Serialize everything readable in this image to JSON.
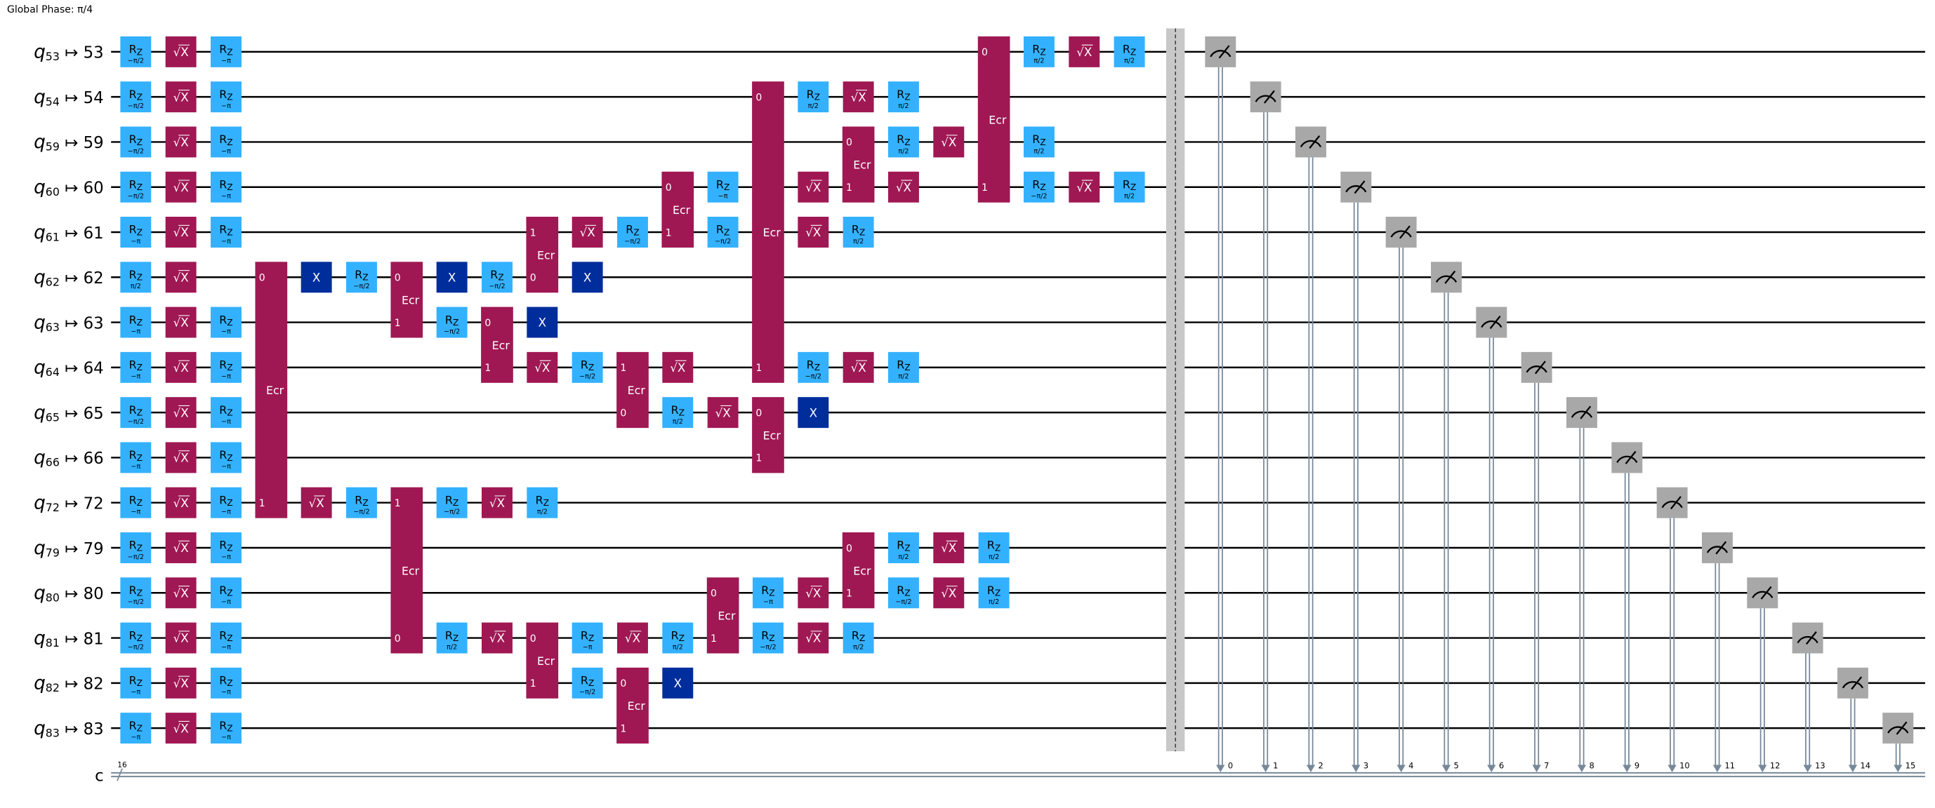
{
  "global_phase": "Global Phase: π/4",
  "arrow": "↦",
  "qubits": [
    {
      "name": "q",
      "index": "53",
      "phys": "53"
    },
    {
      "name": "q",
      "index": "54",
      "phys": "54"
    },
    {
      "name": "q",
      "index": "59",
      "phys": "59"
    },
    {
      "name": "q",
      "index": "60",
      "phys": "60"
    },
    {
      "name": "q",
      "index": "61",
      "phys": "61"
    },
    {
      "name": "q",
      "index": "62",
      "phys": "62"
    },
    {
      "name": "q",
      "index": "63",
      "phys": "63"
    },
    {
      "name": "q",
      "index": "64",
      "phys": "64"
    },
    {
      "name": "q",
      "index": "65",
      "phys": "65"
    },
    {
      "name": "q",
      "index": "66",
      "phys": "66"
    },
    {
      "name": "q",
      "index": "72",
      "phys": "72"
    },
    {
      "name": "q",
      "index": "79",
      "phys": "79"
    },
    {
      "name": "q",
      "index": "80",
      "phys": "80"
    },
    {
      "name": "q",
      "index": "81",
      "phys": "81"
    },
    {
      "name": "q",
      "index": "82",
      "phys": "82"
    },
    {
      "name": "q",
      "index": "83",
      "phys": "83"
    }
  ],
  "classical": {
    "name": "c",
    "size": "16",
    "bits": [
      "0",
      "1",
      "2",
      "3",
      "4",
      "5",
      "6",
      "7",
      "8",
      "9",
      "10",
      "11",
      "12",
      "13",
      "14",
      "15"
    ]
  },
  "labels": {
    "rz": "R",
    "rz_sub": "Z",
    "sx": "√X",
    "x": "X",
    "ecr": "Ecr",
    "ecr_q0": "0",
    "ecr_q1": "1"
  },
  "colors": {
    "rz": "#33b1ff",
    "sx": "#9f1853",
    "ecr": "#9f1853",
    "x": "#002d9c",
    "measure": "#a8a8a8",
    "classical": "#778899",
    "barrier": "#c8c8c8",
    "wire": "#000000"
  },
  "gates": [
    {
      "col": 0,
      "type": "rz",
      "wire": 0,
      "param": "−π/2"
    },
    {
      "col": 0,
      "type": "rz",
      "wire": 1,
      "param": "−π/2"
    },
    {
      "col": 0,
      "type": "rz",
      "wire": 2,
      "param": "−π/2"
    },
    {
      "col": 0,
      "type": "rz",
      "wire": 3,
      "param": "−π/2"
    },
    {
      "col": 0,
      "type": "rz",
      "wire": 4,
      "param": "−π"
    },
    {
      "col": 0,
      "type": "rz",
      "wire": 5,
      "param": "π/2"
    },
    {
      "col": 0,
      "type": "rz",
      "wire": 6,
      "param": "−π"
    },
    {
      "col": 0,
      "type": "rz",
      "wire": 7,
      "param": "−π"
    },
    {
      "col": 0,
      "type": "rz",
      "wire": 8,
      "param": "−π/2"
    },
    {
      "col": 0,
      "type": "rz",
      "wire": 9,
      "param": "−π"
    },
    {
      "col": 0,
      "type": "rz",
      "wire": 10,
      "param": "−π"
    },
    {
      "col": 0,
      "type": "rz",
      "wire": 11,
      "param": "−π/2"
    },
    {
      "col": 0,
      "type": "rz",
      "wire": 12,
      "param": "−π/2"
    },
    {
      "col": 0,
      "type": "rz",
      "wire": 13,
      "param": "−π/2"
    },
    {
      "col": 0,
      "type": "rz",
      "wire": 14,
      "param": "−π"
    },
    {
      "col": 0,
      "type": "rz",
      "wire": 15,
      "param": "−π"
    },
    {
      "col": 1,
      "type": "sx",
      "wire": 0
    },
    {
      "col": 1,
      "type": "sx",
      "wire": 1
    },
    {
      "col": 1,
      "type": "sx",
      "wire": 2
    },
    {
      "col": 1,
      "type": "sx",
      "wire": 3
    },
    {
      "col": 1,
      "type": "sx",
      "wire": 4
    },
    {
      "col": 1,
      "type": "sx",
      "wire": 5
    },
    {
      "col": 1,
      "type": "sx",
      "wire": 6
    },
    {
      "col": 1,
      "type": "sx",
      "wire": 7
    },
    {
      "col": 1,
      "type": "sx",
      "wire": 8
    },
    {
      "col": 1,
      "type": "sx",
      "wire": 9
    },
    {
      "col": 1,
      "type": "sx",
      "wire": 10
    },
    {
      "col": 1,
      "type": "sx",
      "wire": 11
    },
    {
      "col": 1,
      "type": "sx",
      "wire": 12
    },
    {
      "col": 1,
      "type": "sx",
      "wire": 13
    },
    {
      "col": 1,
      "type": "sx",
      "wire": 14
    },
    {
      "col": 1,
      "type": "sx",
      "wire": 15
    },
    {
      "col": 2,
      "type": "rz",
      "wire": 0,
      "param": "−π"
    },
    {
      "col": 2,
      "type": "rz",
      "wire": 1,
      "param": "−π"
    },
    {
      "col": 2,
      "type": "rz",
      "wire": 2,
      "param": "−π"
    },
    {
      "col": 2,
      "type": "rz",
      "wire": 3,
      "param": "−π"
    },
    {
      "col": 2,
      "type": "rz",
      "wire": 4,
      "param": "−π"
    },
    {
      "col": 2,
      "type": "rz",
      "wire": 6,
      "param": "−π"
    },
    {
      "col": 2,
      "type": "rz",
      "wire": 7,
      "param": "−π"
    },
    {
      "col": 2,
      "type": "rz",
      "wire": 8,
      "param": "−π"
    },
    {
      "col": 2,
      "type": "rz",
      "wire": 9,
      "param": "−π"
    },
    {
      "col": 2,
      "type": "rz",
      "wire": 10,
      "param": "−π"
    },
    {
      "col": 2,
      "type": "rz",
      "wire": 11,
      "param": "−π"
    },
    {
      "col": 2,
      "type": "rz",
      "wire": 12,
      "param": "−π"
    },
    {
      "col": 2,
      "type": "rz",
      "wire": 13,
      "param": "−π"
    },
    {
      "col": 2,
      "type": "rz",
      "wire": 14,
      "param": "−π"
    },
    {
      "col": 2,
      "type": "rz",
      "wire": 15,
      "param": "−π"
    },
    {
      "col": 3,
      "type": "ecr",
      "wires": [
        5,
        10
      ]
    },
    {
      "col": 4,
      "type": "x",
      "wire": 5
    },
    {
      "col": 4,
      "type": "sx",
      "wire": 10
    },
    {
      "col": 5,
      "type": "rz",
      "wire": 5,
      "param": "−π/2"
    },
    {
      "col": 5,
      "type": "rz",
      "wire": 10,
      "param": "−π/2"
    },
    {
      "col": 6,
      "type": "ecr",
      "wires": [
        5,
        6
      ]
    },
    {
      "col": 6,
      "type": "ecr",
      "wires": [
        13,
        10
      ]
    },
    {
      "col": 7,
      "type": "x",
      "wire": 5
    },
    {
      "col": 7,
      "type": "rz",
      "wire": 6,
      "param": "−π/2"
    },
    {
      "col": 7,
      "type": "rz",
      "wire": 10,
      "param": "−π/2"
    },
    {
      "col": 7,
      "type": "rz",
      "wire": 13,
      "param": "π/2"
    },
    {
      "col": 8,
      "type": "rz",
      "wire": 5,
      "param": "−π/2"
    },
    {
      "col": 8,
      "type": "ecr",
      "wires": [
        6,
        7
      ]
    },
    {
      "col": 8,
      "type": "sx",
      "wire": 10
    },
    {
      "col": 8,
      "type": "sx",
      "wire": 13
    },
    {
      "col": 9,
      "type": "ecr",
      "wires": [
        5,
        4
      ]
    },
    {
      "col": 9,
      "type": "x",
      "wire": 6
    },
    {
      "col": 9,
      "type": "sx",
      "wire": 7
    },
    {
      "col": 9,
      "type": "rz",
      "wire": 10,
      "param": "π/2"
    },
    {
      "col": 9,
      "type": "ecr",
      "wires": [
        13,
        14
      ]
    },
    {
      "col": 10,
      "type": "sx",
      "wire": 4
    },
    {
      "col": 10,
      "type": "x",
      "wire": 5
    },
    {
      "col": 10,
      "type": "rz",
      "wire": 7,
      "param": "−π/2"
    },
    {
      "col": 10,
      "type": "rz",
      "wire": 13,
      "param": "−π"
    },
    {
      "col": 10,
      "type": "rz",
      "wire": 14,
      "param": "−π/2"
    },
    {
      "col": 11,
      "type": "rz",
      "wire": 4,
      "param": "−π/2"
    },
    {
      "col": 11,
      "type": "ecr",
      "wires": [
        8,
        7
      ]
    },
    {
      "col": 11,
      "type": "sx",
      "wire": 13
    },
    {
      "col": 11,
      "type": "ecr",
      "wires": [
        14,
        15
      ]
    },
    {
      "col": 12,
      "type": "ecr",
      "wires": [
        3,
        4
      ]
    },
    {
      "col": 12,
      "type": "sx",
      "wire": 7
    },
    {
      "col": 12,
      "type": "rz",
      "wire": 8,
      "param": "π/2"
    },
    {
      "col": 12,
      "type": "rz",
      "wire": 13,
      "param": "π/2"
    },
    {
      "col": 12,
      "type": "x",
      "wire": 14
    },
    {
      "col": 13,
      "type": "rz",
      "wire": 3,
      "param": "−π"
    },
    {
      "col": 13,
      "type": "rz",
      "wire": 4,
      "param": "−π/2"
    },
    {
      "col": 13,
      "type": "sx",
      "wire": 8
    },
    {
      "col": 13,
      "type": "ecr",
      "wires": [
        12,
        13
      ]
    },
    {
      "col": 14,
      "type": "ecr",
      "wires": [
        1,
        7
      ]
    },
    {
      "col": 14,
      "type": "ecr",
      "wires": [
        8,
        9
      ]
    },
    {
      "col": 14,
      "type": "rz",
      "wire": 12,
      "param": "−π"
    },
    {
      "col": 14,
      "type": "rz",
      "wire": 13,
      "param": "−π/2"
    },
    {
      "col": 15,
      "type": "rz",
      "wire": 1,
      "param": "π/2"
    },
    {
      "col": 15,
      "type": "sx",
      "wire": 3
    },
    {
      "col": 15,
      "type": "sx",
      "wire": 4
    },
    {
      "col": 15,
      "type": "rz",
      "wire": 7,
      "param": "−π/2"
    },
    {
      "col": 15,
      "type": "x",
      "wire": 8
    },
    {
      "col": 15,
      "type": "sx",
      "wire": 12
    },
    {
      "col": 15,
      "type": "sx",
      "wire": 13
    },
    {
      "col": 16,
      "type": "sx",
      "wire": 1
    },
    {
      "col": 16,
      "type": "ecr",
      "wires": [
        2,
        3
      ]
    },
    {
      "col": 16,
      "type": "rz",
      "wire": 4,
      "param": "π/2"
    },
    {
      "col": 16,
      "type": "sx",
      "wire": 7
    },
    {
      "col": 16,
      "type": "ecr",
      "wires": [
        11,
        12
      ]
    },
    {
      "col": 16,
      "type": "rz",
      "wire": 13,
      "param": "π/2"
    },
    {
      "col": 17,
      "type": "rz",
      "wire": 1,
      "param": "π/2"
    },
    {
      "col": 17,
      "type": "rz",
      "wire": 2,
      "param": "π/2"
    },
    {
      "col": 17,
      "type": "sx",
      "wire": 3
    },
    {
      "col": 17,
      "type": "rz",
      "wire": 7,
      "param": "π/2"
    },
    {
      "col": 17,
      "type": "rz",
      "wire": 11,
      "param": "π/2"
    },
    {
      "col": 17,
      "type": "rz",
      "wire": 12,
      "param": "−π/2"
    },
    {
      "col": 18,
      "type": "sx",
      "wire": 2
    },
    {
      "col": 18,
      "type": "sx",
      "wire": 11
    },
    {
      "col": 18,
      "type": "sx",
      "wire": 12
    },
    {
      "col": 19,
      "type": "ecr",
      "wires": [
        0,
        3
      ]
    },
    {
      "col": 19,
      "type": "rz",
      "wire": 11,
      "param": "π/2"
    },
    {
      "col": 19,
      "type": "rz",
      "wire": 12,
      "param": "π/2"
    },
    {
      "col": 20,
      "type": "rz",
      "wire": 0,
      "param": "π/2"
    },
    {
      "col": 20,
      "type": "rz",
      "wire": 2,
      "param": "π/2"
    },
    {
      "col": 20,
      "type": "rz",
      "wire": 3,
      "param": "−π/2"
    },
    {
      "col": 21,
      "type": "sx",
      "wire": 0
    },
    {
      "col": 21,
      "type": "sx",
      "wire": 3
    },
    {
      "col": 22,
      "type": "rz",
      "wire": 0,
      "param": "π/2"
    },
    {
      "col": 22,
      "type": "rz",
      "wire": 3,
      "param": "π/2"
    }
  ],
  "measurements": [
    {
      "wire": 0,
      "bit": 0
    },
    {
      "wire": 1,
      "bit": 1
    },
    {
      "wire": 2,
      "bit": 2
    },
    {
      "wire": 3,
      "bit": 3
    },
    {
      "wire": 4,
      "bit": 4
    },
    {
      "wire": 5,
      "bit": 5
    },
    {
      "wire": 6,
      "bit": 6
    },
    {
      "wire": 7,
      "bit": 7
    },
    {
      "wire": 8,
      "bit": 8
    },
    {
      "wire": 9,
      "bit": 9
    },
    {
      "wire": 10,
      "bit": 10
    },
    {
      "wire": 11,
      "bit": 11
    },
    {
      "wire": 12,
      "bit": 12
    },
    {
      "wire": 13,
      "bit": 13
    },
    {
      "wire": 14,
      "bit": 14
    },
    {
      "wire": 15,
      "bit": 15
    }
  ]
}
